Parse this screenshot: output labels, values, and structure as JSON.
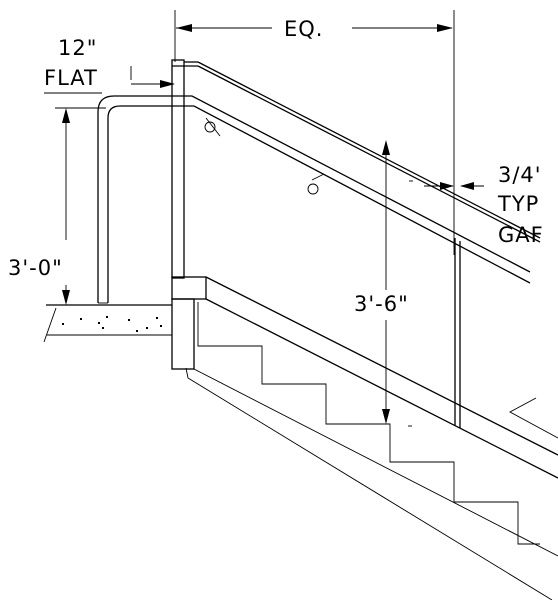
{
  "labels": {
    "eq": "EQ.",
    "flat_12": "12\"",
    "flat": "FLAT",
    "height_3_0": "3'-0\"",
    "height_3_6": "3'-6\"",
    "gap_size": "3/4'",
    "gap_typ": "TYP",
    "gap_word": "GAF"
  }
}
